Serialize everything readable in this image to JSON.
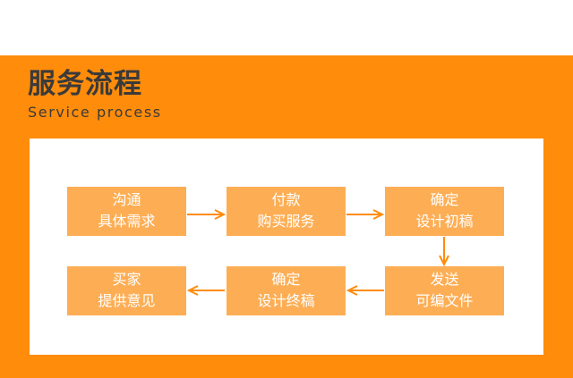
{
  "header": {
    "title": "服务流程",
    "subtitle": "Service process"
  },
  "steps": [
    {
      "line1": "沟通",
      "line2": "具体需求"
    },
    {
      "line1": "付款",
      "line2": "购买服务"
    },
    {
      "line1": "确定",
      "line2": "设计初稿"
    },
    {
      "line1": "发送",
      "line2": "可编文件"
    },
    {
      "line1": "确定",
      "line2": "设计终稿"
    },
    {
      "line1": "买家",
      "line2": "提供意见"
    }
  ],
  "colors": {
    "band": "#FF8C0B",
    "step": "#FDAE55",
    "arrow": "#FF8C0B"
  }
}
